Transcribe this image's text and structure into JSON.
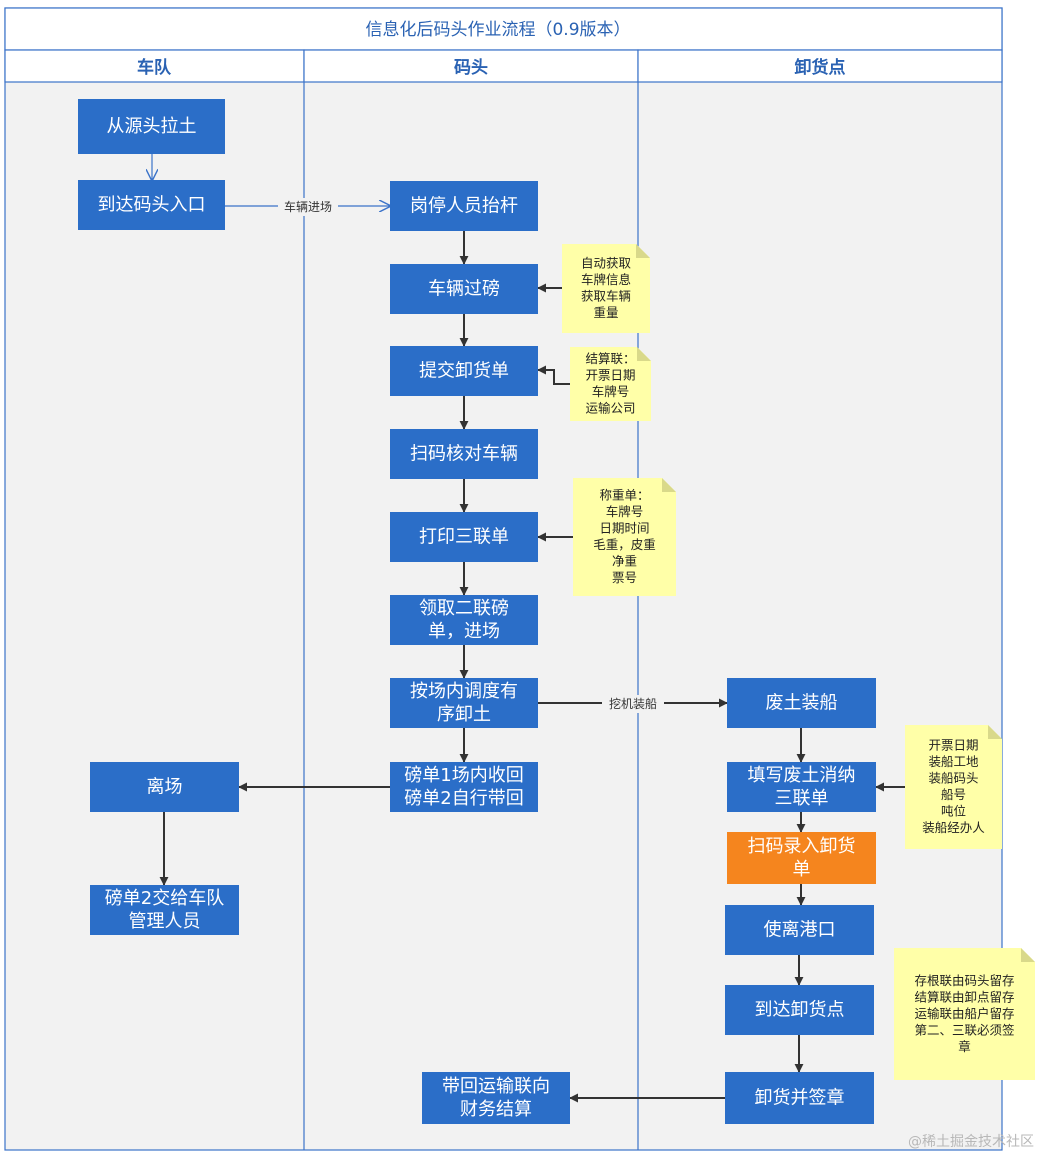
{
  "title": "信息化后码头作业流程（0.9版本）",
  "lanes": [
    {
      "id": "fleet",
      "label": "车队"
    },
    {
      "id": "wharf",
      "label": "码头"
    },
    {
      "id": "unload",
      "label": "卸货点"
    }
  ],
  "nodes": [
    {
      "id": "n1",
      "lines": [
        "从源头拉土"
      ],
      "color": "#2b6ec8"
    },
    {
      "id": "n2",
      "lines": [
        "到达码头入口"
      ],
      "color": "#2b6ec8"
    },
    {
      "id": "n3",
      "lines": [
        "岗停人员抬杆"
      ],
      "color": "#2b6ec8"
    },
    {
      "id": "n4",
      "lines": [
        "车辆过磅"
      ],
      "color": "#2b6ec8"
    },
    {
      "id": "n5",
      "lines": [
        "提交卸货单"
      ],
      "color": "#2b6ec8"
    },
    {
      "id": "n6",
      "lines": [
        "扫码核对车辆"
      ],
      "color": "#2b6ec8"
    },
    {
      "id": "n7",
      "lines": [
        "打印三联单"
      ],
      "color": "#2b6ec8"
    },
    {
      "id": "n8",
      "lines": [
        "领取二联磅",
        "单，进场"
      ],
      "color": "#2b6ec8"
    },
    {
      "id": "n9",
      "lines": [
        "按场内调度有",
        "序卸土"
      ],
      "color": "#2b6ec8"
    },
    {
      "id": "n10",
      "lines": [
        "磅单1场内收回",
        "磅单2自行带回"
      ],
      "color": "#2b6ec8"
    },
    {
      "id": "n11",
      "lines": [
        "离场"
      ],
      "color": "#2b6ec8"
    },
    {
      "id": "n12",
      "lines": [
        "磅单2交给车队",
        "管理人员"
      ],
      "color": "#2b6ec8"
    },
    {
      "id": "n13",
      "lines": [
        "废土装船"
      ],
      "color": "#2b6ec8"
    },
    {
      "id": "n14",
      "lines": [
        "填写废土消纳",
        "三联单"
      ],
      "color": "#2b6ec8"
    },
    {
      "id": "n15",
      "lines": [
        "扫码录入卸货",
        "单"
      ],
      "color": "#f5851e"
    },
    {
      "id": "n16",
      "lines": [
        "使离港口"
      ],
      "color": "#2b6ec8"
    },
    {
      "id": "n17",
      "lines": [
        "到达卸货点"
      ],
      "color": "#2b6ec8"
    },
    {
      "id": "n18",
      "lines": [
        "卸货并签章"
      ],
      "color": "#2b6ec8"
    },
    {
      "id": "n19",
      "lines": [
        "带回运输联向",
        "财务结算"
      ],
      "color": "#2b6ec8"
    }
  ],
  "notes": [
    {
      "id": "note1",
      "lines": [
        "自动获取",
        "车牌信息",
        "获取车辆",
        "重量"
      ]
    },
    {
      "id": "note2",
      "lines": [
        "结算联：",
        "开票日期",
        "车牌号",
        "运输公司"
      ]
    },
    {
      "id": "note3",
      "lines": [
        "称重单：",
        "车牌号",
        "日期时间",
        "毛重，皮重",
        "净重",
        "票号"
      ]
    },
    {
      "id": "note4",
      "lines": [
        "开票日期",
        "装船工地",
        "装船码头",
        "船号",
        "吨位",
        "装船经办人"
      ]
    },
    {
      "id": "note5",
      "lines": [
        "存根联由码头留存",
        "结算联由卸点留存",
        "运输联由船户留存",
        "第二、三联必须签",
        "章"
      ]
    }
  ],
  "edge_labels": {
    "vehicle_entry": "车辆进场",
    "excavator_loading": "挖机装船"
  },
  "watermark": "@稀土掘金技术社区"
}
